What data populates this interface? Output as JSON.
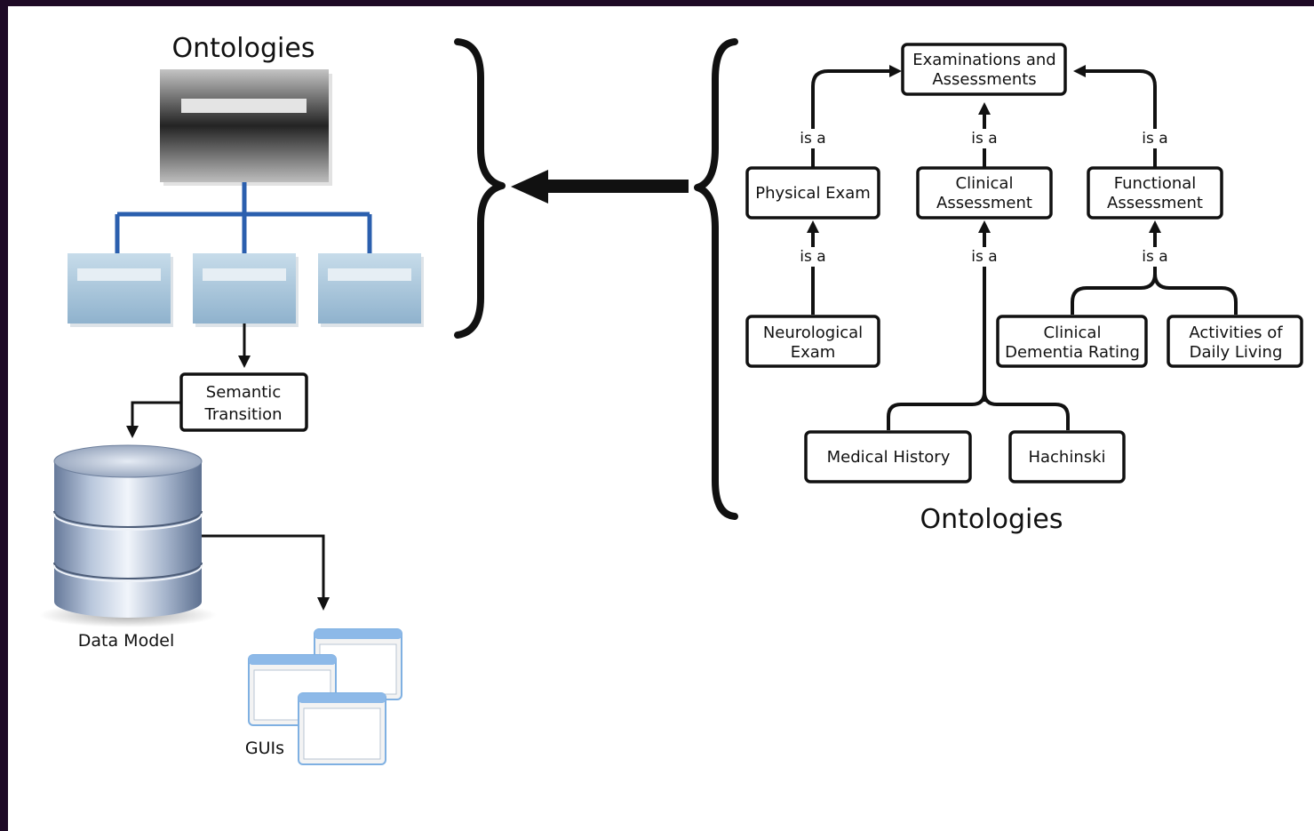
{
  "left": {
    "title": "Ontologies",
    "semantic_transition": [
      "Semantic",
      "Transition"
    ],
    "data_model_label": "Data Model",
    "guis_label": "GUIs"
  },
  "right": {
    "caption": "Ontologies",
    "is_a": "is a",
    "nodes": {
      "examinations": [
        "Examinations and",
        "Assessments"
      ],
      "physical_exam": [
        "Physical Exam"
      ],
      "clinical_assessment": [
        "Clinical",
        "Assessment"
      ],
      "functional_assessment": [
        "Functional",
        "Assessment"
      ],
      "neurological_exam": [
        "Neurological",
        "Exam"
      ],
      "clinical_dementia": [
        "Clinical",
        "Dementia Rating"
      ],
      "activities_daily": [
        "Activities of",
        "Daily Living"
      ],
      "medical_history": [
        "Medical History"
      ],
      "hachinski": [
        "Hachinski"
      ]
    }
  },
  "colors": {
    "background": "#1e0a26",
    "connector_blue": "#2b5fae",
    "child_box": "#a6c4dc",
    "gui_header": "#8db9e8"
  }
}
